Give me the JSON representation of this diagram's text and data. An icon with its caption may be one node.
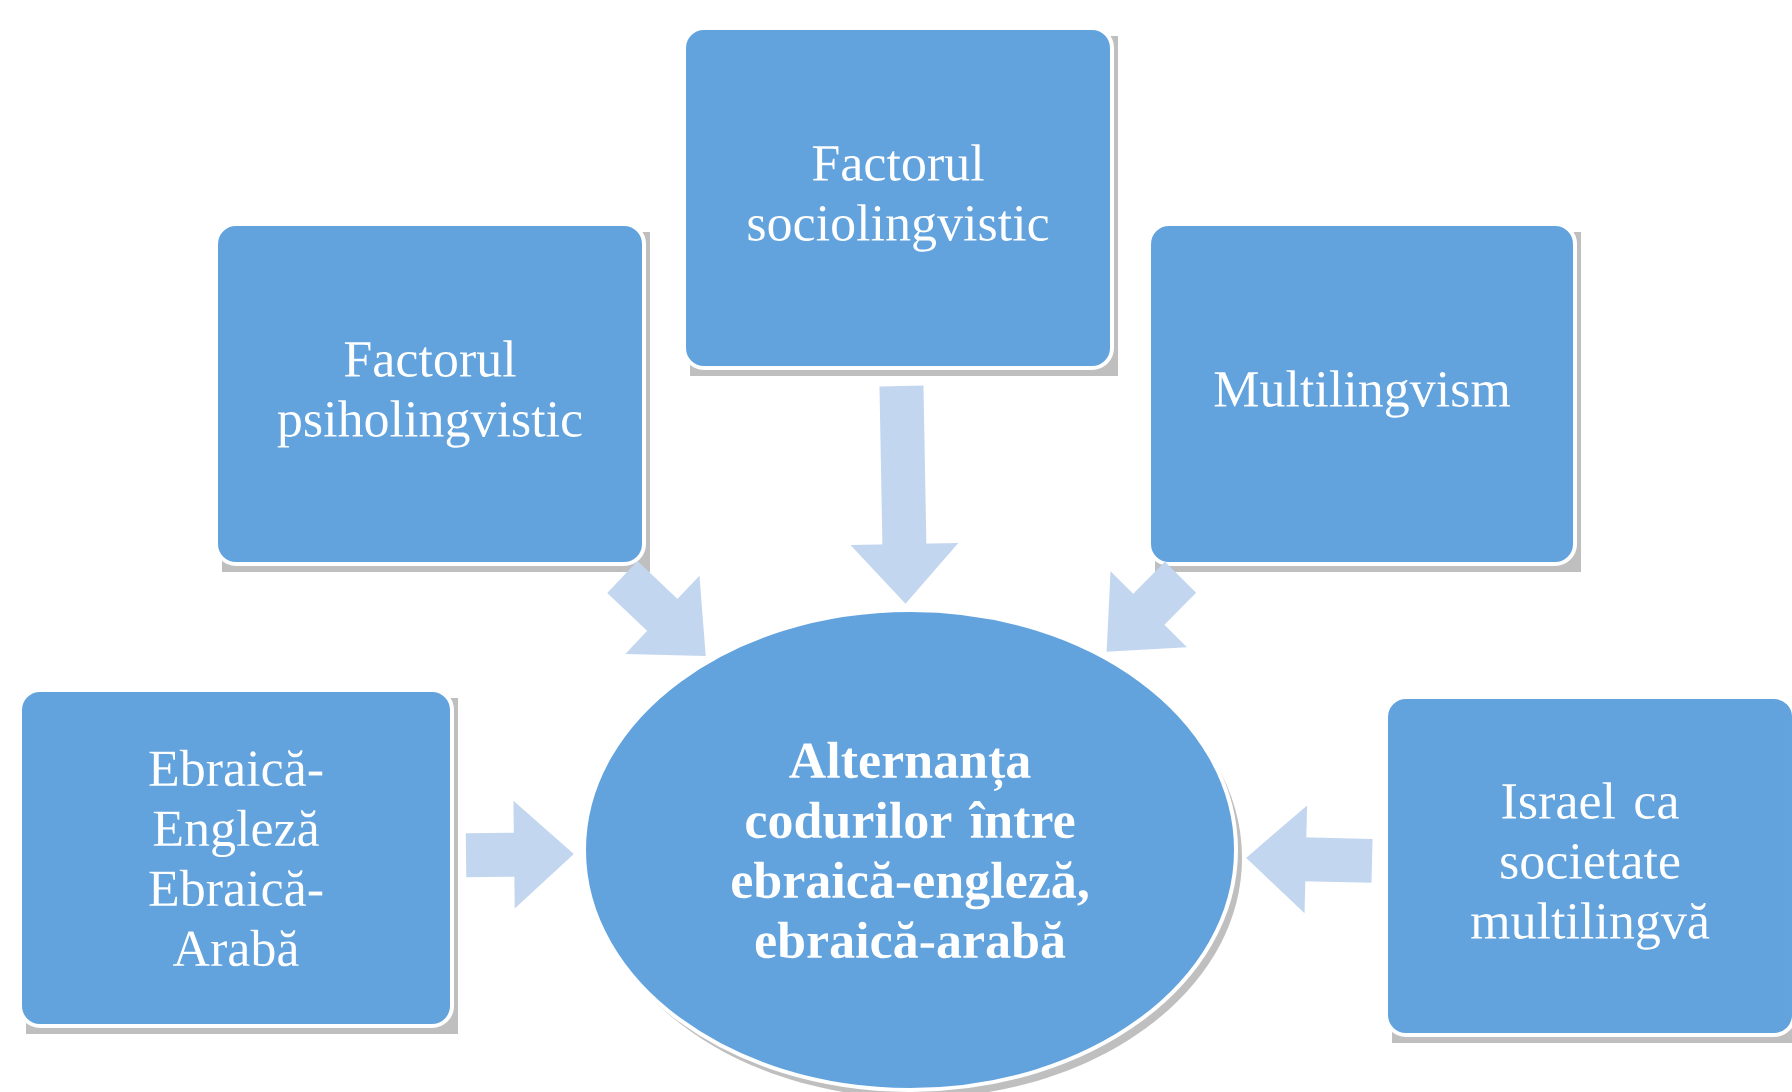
{
  "diagram": {
    "nodes": [
      {
        "text": [
          "Factorul psiholingvistic"
        ]
      },
      {
        "text": [
          "Factorul sociolingvistic"
        ]
      },
      {
        "text": [
          "Multilingvism"
        ]
      },
      {
        "text": [
          "Ebraică-Engleză Ebraică-Arabă"
        ]
      },
      {
        "text": [
          "Alternanța codurilor între ebraică-engleză, ebraică-arabă"
        ]
      },
      {
        "text": [
          "Israel ca societate multilingvă"
        ]
      }
    ],
    "edges": [
      {
        "from": 0,
        "to": 4,
        "arrow": "to"
      },
      {
        "from": 1,
        "to": 4,
        "arrow": "to"
      },
      {
        "from": 2,
        "to": 4,
        "arrow": "to"
      },
      {
        "from": 3,
        "to": 4,
        "arrow": "to"
      },
      {
        "from": 5,
        "to": 4,
        "arrow": "to"
      }
    ]
  }
}
